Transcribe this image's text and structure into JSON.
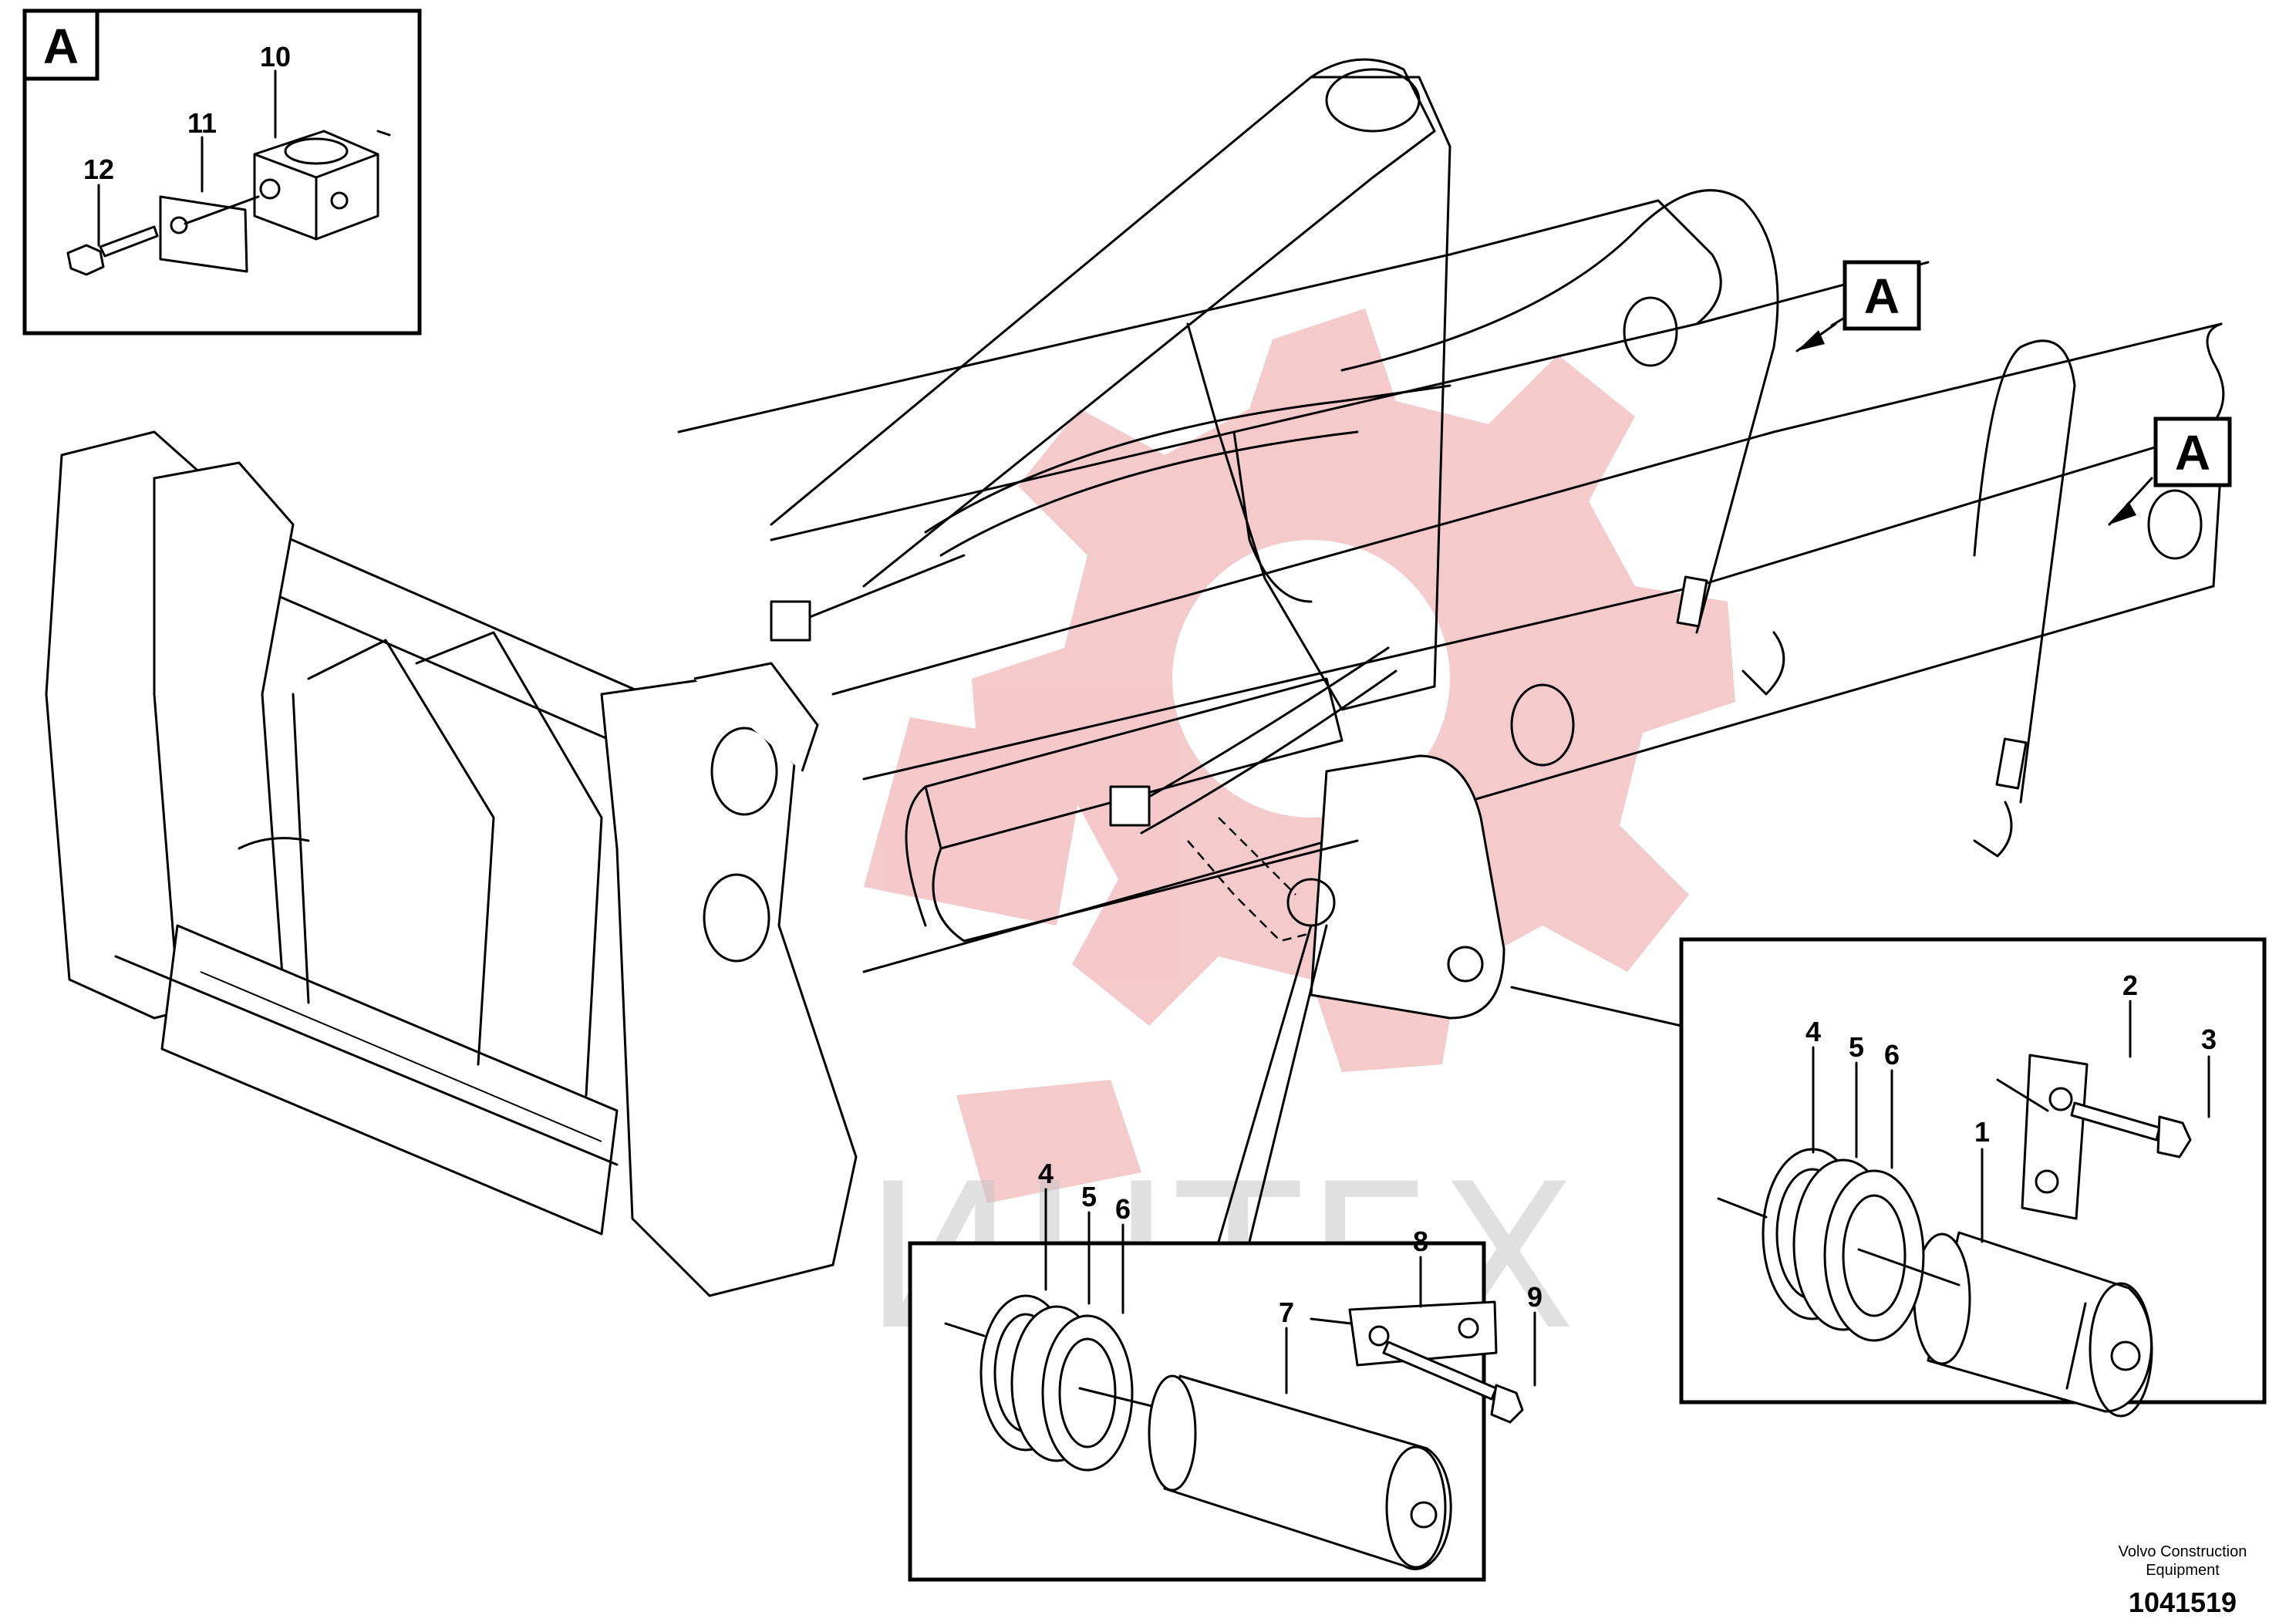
{
  "detail_tag": "A",
  "watermark": {
    "text": "ИНТЕХ",
    "gear_color": "#f2b8b8",
    "text_color": "#c8c8c8"
  },
  "detail_a": {
    "tag": "A",
    "callouts": [
      "10",
      "11",
      "12"
    ]
  },
  "main_view": {
    "tags": [
      "A",
      "A"
    ]
  },
  "detail_right": {
    "callouts": [
      "2",
      "3",
      "1",
      "4",
      "5",
      "6"
    ]
  },
  "detail_bottom": {
    "callouts": [
      "4",
      "5",
      "6",
      "8",
      "7",
      "9"
    ]
  },
  "footer": {
    "credit_line1": "Volvo Construction",
    "credit_line2": "Equipment",
    "doc_number": "1041519"
  }
}
